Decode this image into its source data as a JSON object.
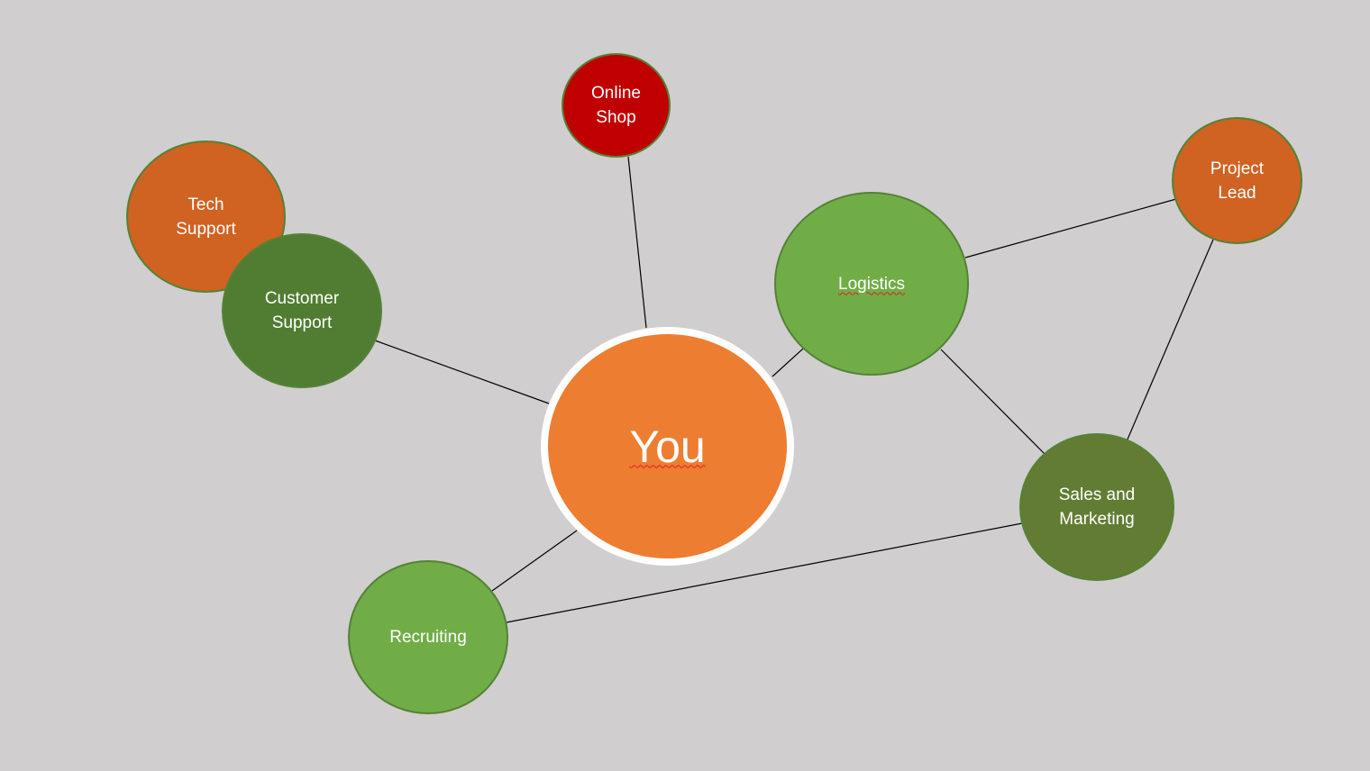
{
  "diagram": {
    "nodes": {
      "you": {
        "label": "You",
        "color": "#ed7d31"
      },
      "online_shop": {
        "label": "Online\nShop",
        "color": "#c00000"
      },
      "tech_support": {
        "label": "Tech\nSupport",
        "color": "#d06222"
      },
      "customer_support": {
        "label": "Customer\nSupport",
        "color": "#507d32"
      },
      "logistics": {
        "label": "Logistics",
        "color": "#70ad47"
      },
      "project_lead": {
        "label": "Project\nLead",
        "color": "#d06222"
      },
      "sales_marketing": {
        "label": "Sales and\nMarketing",
        "color": "#627d33"
      },
      "recruiting": {
        "label": "Recruiting",
        "color": "#70ad47"
      }
    },
    "edges": [
      [
        "you",
        "online_shop"
      ],
      [
        "you",
        "customer_support"
      ],
      [
        "you",
        "logistics"
      ],
      [
        "you",
        "recruiting"
      ],
      [
        "logistics",
        "project_lead"
      ],
      [
        "logistics",
        "sales_marketing"
      ],
      [
        "project_lead",
        "sales_marketing"
      ],
      [
        "sales_marketing",
        "recruiting"
      ]
    ]
  }
}
